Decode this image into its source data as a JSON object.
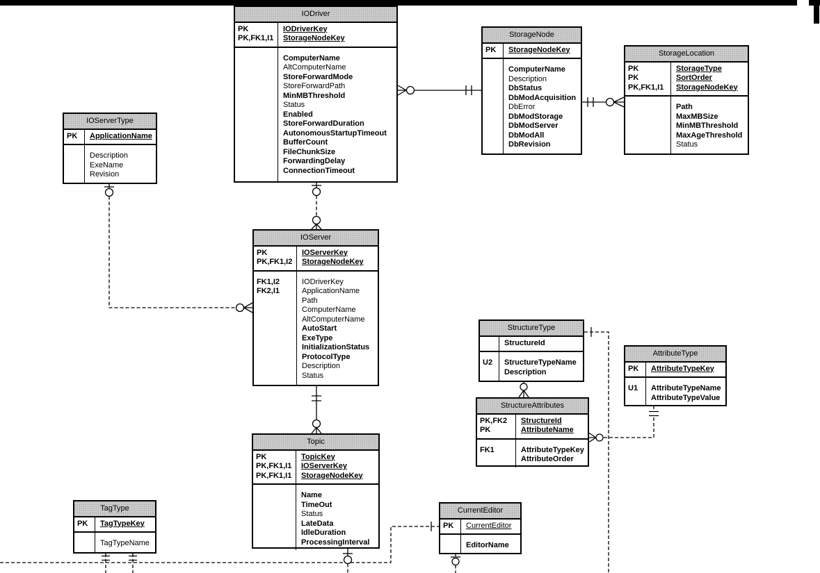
{
  "colors": {
    "background": "#ffffff",
    "entity_header_fill": "#cbcbcb",
    "line_color": "#000000",
    "top_bar_color": "#000000"
  },
  "entities": [
    {
      "id": "iodriver",
      "title": "IODriver",
      "keys": [
        "PK",
        "PK,FK1,I1"
      ],
      "key_fields": [
        {
          "name": "IODriverKey",
          "bold": true,
          "underline": true
        },
        {
          "name": "StorageNodeKey",
          "bold": true,
          "underline": true
        }
      ],
      "attr_keys": [],
      "attr_fields": [
        {
          "name": "ComputerName",
          "bold": true
        },
        {
          "name": "AltComputerName",
          "bold": false
        },
        {
          "name": "StoreForwardMode",
          "bold": true
        },
        {
          "name": "StoreForwardPath",
          "bold": false
        },
        {
          "name": "MinMBThreshold",
          "bold": true
        },
        {
          "name": "Status",
          "bold": false
        },
        {
          "name": "Enabled",
          "bold": true
        },
        {
          "name": "StoreForwardDuration",
          "bold": true
        },
        {
          "name": "AutonomousStartupTimeout",
          "bold": true
        },
        {
          "name": "BufferCount",
          "bold": true
        },
        {
          "name": "FileChunkSize",
          "bold": true
        },
        {
          "name": "ForwardingDelay",
          "bold": true
        },
        {
          "name": "ConnectionTimeout",
          "bold": true
        }
      ]
    },
    {
      "id": "storagenode",
      "title": "StorageNode",
      "keys": [
        "PK"
      ],
      "key_fields": [
        {
          "name": "StorageNodeKey",
          "bold": true,
          "underline": true
        }
      ],
      "attr_keys": [],
      "attr_fields": [
        {
          "name": "ComputerName",
          "bold": true
        },
        {
          "name": "Description",
          "bold": false
        },
        {
          "name": "DbStatus",
          "bold": true
        },
        {
          "name": "DbModAcquisition",
          "bold": true
        },
        {
          "name": "DbError",
          "bold": false
        },
        {
          "name": "DbModStorage",
          "bold": true
        },
        {
          "name": "DbModServer",
          "bold": true
        },
        {
          "name": "DbModAll",
          "bold": true
        },
        {
          "name": "DbRevision",
          "bold": true
        }
      ]
    },
    {
      "id": "storagelocation",
      "title": "StorageLocation",
      "keys": [
        "PK",
        "PK",
        "PK,FK1,I1"
      ],
      "key_fields": [
        {
          "name": "StorageType",
          "bold": true,
          "underline": true
        },
        {
          "name": "SortOrder",
          "bold": true,
          "underline": true
        },
        {
          "name": "StorageNodeKey",
          "bold": true,
          "underline": true
        }
      ],
      "attr_keys": [],
      "attr_fields": [
        {
          "name": "Path",
          "bold": true
        },
        {
          "name": "MaxMBSize",
          "bold": true
        },
        {
          "name": "MinMBThreshold",
          "bold": true
        },
        {
          "name": "MaxAgeThreshold",
          "bold": true
        },
        {
          "name": "Status",
          "bold": false
        }
      ]
    },
    {
      "id": "ioservertype",
      "title": "IOServerType",
      "keys": [
        "PK"
      ],
      "key_fields": [
        {
          "name": "ApplicationName",
          "bold": true,
          "underline": true
        }
      ],
      "attr_keys": [],
      "attr_fields": [
        {
          "name": "Description",
          "bold": false
        },
        {
          "name": "ExeName",
          "bold": false
        },
        {
          "name": "Revision",
          "bold": false
        }
      ]
    },
    {
      "id": "ioserver",
      "title": "IOServer",
      "keys": [
        "PK",
        "PK,FK1,I2"
      ],
      "key_fields": [
        {
          "name": "IOServerKey",
          "bold": true,
          "underline": true
        },
        {
          "name": "StorageNodeKey",
          "bold": true,
          "underline": true
        }
      ],
      "attr_keys": [
        "FK1,I2",
        "FK2,I1"
      ],
      "attr_fields": [
        {
          "name": "IODriverKey",
          "bold": false
        },
        {
          "name": "ApplicationName",
          "bold": false
        },
        {
          "name": "Path",
          "bold": false
        },
        {
          "name": "ComputerName",
          "bold": false
        },
        {
          "name": "AltComputerName",
          "bold": false
        },
        {
          "name": "AutoStart",
          "bold": true
        },
        {
          "name": "ExeType",
          "bold": true
        },
        {
          "name": "InitializationStatus",
          "bold": true
        },
        {
          "name": "ProtocolType",
          "bold": true
        },
        {
          "name": "Description",
          "bold": false
        },
        {
          "name": "Status",
          "bold": false
        }
      ]
    },
    {
      "id": "structuretype",
      "title": "StructureType",
      "keys": [
        ""
      ],
      "key_fields": [
        {
          "name": "StructureId",
          "bold": true,
          "underline": false
        }
      ],
      "attr_keys": [
        "U2"
      ],
      "attr_fields": [
        {
          "name": "StructureTypeName",
          "bold": true
        },
        {
          "name": "Description",
          "bold": true
        }
      ]
    },
    {
      "id": "attributetype",
      "title": "AttributeType",
      "keys": [
        "PK"
      ],
      "key_fields": [
        {
          "name": "AttributeTypeKey",
          "bold": true,
          "underline": true
        }
      ],
      "attr_keys": [
        "U1"
      ],
      "attr_fields": [
        {
          "name": "AttributeTypeName",
          "bold": true
        },
        {
          "name": "AttributeTypeValue",
          "bold": true
        }
      ]
    },
    {
      "id": "structureattributes",
      "title": "StructureAttributes",
      "keys": [
        "PK,FK2",
        "PK"
      ],
      "key_fields": [
        {
          "name": "StructureId",
          "bold": true,
          "underline": true
        },
        {
          "name": "AttributeName",
          "bold": true,
          "underline": true
        }
      ],
      "attr_keys": [
        "FK1"
      ],
      "attr_fields": [
        {
          "name": "AttributeTypeKey",
          "bold": true
        },
        {
          "name": "AttributeOrder",
          "bold": true
        }
      ]
    },
    {
      "id": "topic",
      "title": "Topic",
      "keys": [
        "PK",
        "PK,FK1,I1",
        "PK,FK1,I1"
      ],
      "key_fields": [
        {
          "name": "TopicKey",
          "bold": true,
          "underline": true
        },
        {
          "name": "IOServerKey",
          "bold": true,
          "underline": true
        },
        {
          "name": "StorageNodeKey",
          "bold": true,
          "underline": true
        }
      ],
      "attr_keys": [],
      "attr_fields": [
        {
          "name": "Name",
          "bold": true
        },
        {
          "name": "TimeOut",
          "bold": true
        },
        {
          "name": "Status",
          "bold": false
        },
        {
          "name": "LateData",
          "bold": true
        },
        {
          "name": "IdleDuration",
          "bold": true
        },
        {
          "name": "ProcessingInterval",
          "bold": true
        }
      ]
    },
    {
      "id": "tagtype",
      "title": "TagType",
      "keys": [
        "PK"
      ],
      "key_fields": [
        {
          "name": "TagTypeKey",
          "bold": true,
          "underline": true
        }
      ],
      "attr_keys": [],
      "attr_fields": [
        {
          "name": "TagTypeName",
          "bold": false
        }
      ]
    },
    {
      "id": "currenteditor",
      "title": "CurrentEditor",
      "keys": [
        "PK"
      ],
      "key_fields": [
        {
          "name": "CurrentEditor",
          "bold": false,
          "underline": true
        }
      ],
      "attr_keys": [],
      "attr_fields": [
        {
          "name": "EditorName",
          "bold": true
        }
      ]
    }
  ],
  "relationships": [
    {
      "parent": "StorageNode",
      "child": "IODriver",
      "parent_cardinality": "exactly-one",
      "child_cardinality": "zero-or-many",
      "line": "solid"
    },
    {
      "parent": "StorageNode",
      "child": "StorageLocation",
      "parent_cardinality": "exactly-one",
      "child_cardinality": "zero-or-many",
      "line": "solid"
    },
    {
      "parent": "IODriver",
      "child": "IOServer",
      "parent_cardinality": "zero-or-one",
      "child_cardinality": "zero-or-many",
      "line": "dashed"
    },
    {
      "parent": "IOServerType",
      "child": "IOServer",
      "parent_cardinality": "zero-or-one",
      "child_cardinality": "zero-or-many",
      "line": "dashed"
    },
    {
      "parent": "IOServer",
      "child": "Topic",
      "parent_cardinality": "exactly-one",
      "child_cardinality": "zero-or-many",
      "line": "solid"
    },
    {
      "parent": "StructureType",
      "child": "StructureAttributes",
      "parent_cardinality": "zero-or-one",
      "child_cardinality": "zero-or-many",
      "line": "solid"
    },
    {
      "parent": "AttributeType",
      "child": "StructureAttributes",
      "parent_cardinality": "exactly-one",
      "child_cardinality": "zero-or-many",
      "line": "dashed"
    },
    {
      "parent": "StructureType",
      "child": "offscreen-below",
      "parent_cardinality": "exactly-one",
      "line": "dashed"
    },
    {
      "parent": "offscreen-left",
      "child": "CurrentEditor",
      "child_cardinality": "exactly-one",
      "line": "dashed"
    },
    {
      "parent": "Topic",
      "child": "offscreen-below",
      "parent_cardinality": "zero-or-one",
      "line": "solid-then-dashed"
    },
    {
      "parent": "TagType",
      "child": "offscreen-below",
      "parent_cardinality": "exactly-one",
      "connector_count": 2,
      "line": "dashed"
    },
    {
      "parent": "CurrentEditor",
      "child": "offscreen-below",
      "parent_cardinality": "zero-or-one",
      "line": "dashed"
    }
  ]
}
